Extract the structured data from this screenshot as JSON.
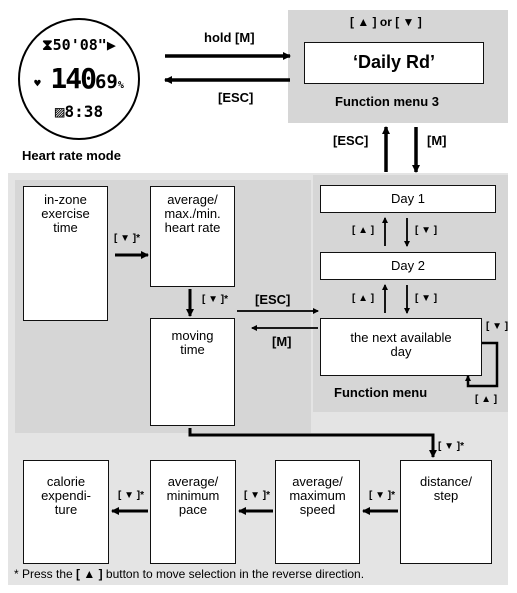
{
  "watch": {
    "top_line": "⧗50'08\"▶",
    "middle_prefix": "♥",
    "middle_big": "140",
    "middle_small": "69",
    "middle_unit": "%",
    "bottom_line": "▨8:38",
    "mode_label": "Heart rate mode"
  },
  "function_menu_3": {
    "buttons": "[ ▲ ] or [ ▼ ]",
    "display": "‘Daily Rd’",
    "title": "Function menu 3"
  },
  "transitions": {
    "hold_m": "hold [M]",
    "esc_top": "[ESC]",
    "esc_vertical": "[ESC]",
    "m_vertical": "[M]",
    "esc_middle": "[ESC]",
    "m_middle": "[M]"
  },
  "function_menu": {
    "day1": "Day 1",
    "day2": "Day 2",
    "next_day": "the next available day",
    "title": "Function menu",
    "up": "[ ▲ ]",
    "down": "[ ▼ ]"
  },
  "summary": {
    "in_zone": "in-zone exercise time",
    "avg_hr": "average/ max./min. heart rate",
    "moving": "moving time",
    "distance": "distance/ step",
    "avg_speed": "average/ maximum speed",
    "avg_pace": "average/ minimum pace",
    "calorie": "calorie expendi- ture",
    "down_star": "[ ▼ ]*"
  },
  "footnote": {
    "prefix": "* Press the ",
    "button": "[ ▲ ]",
    "suffix": " button to move selection in the reverse direction."
  }
}
